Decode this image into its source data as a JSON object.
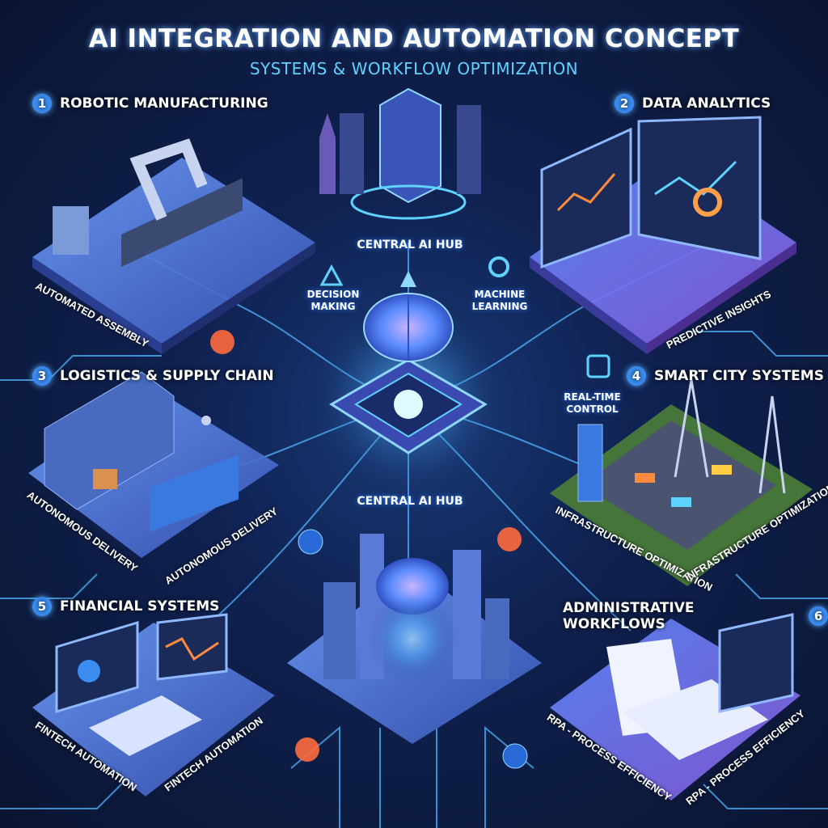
{
  "header": {
    "title": "AI INTEGRATION AND AUTOMATION CONCEPT",
    "subtitle": "SYSTEMS & WORKFLOW OPTIMIZATION"
  },
  "sections": [
    {
      "number": "1",
      "label": "ROBOTIC MANUFACTURING",
      "captions": [
        "AUTOMATED ASSEMBLY"
      ]
    },
    {
      "number": "2",
      "label": "DATA ANALYTICS",
      "captions": [
        "PREDICTIVE INSIGHTS"
      ]
    },
    {
      "number": "3",
      "label": "LOGISTICS & SUPPLY CHAIN",
      "captions": [
        "AUTONOMOUS DELIVERY",
        "AUTONOMOUS DELIVERY"
      ]
    },
    {
      "number": "4",
      "label": "SMART CITY SYSTEMS",
      "captions": [
        "INFRASTRUCTURE OPTIMIZATION",
        "INFRASTRUCTURE OPTIMIZATION"
      ]
    },
    {
      "number": "5",
      "label": "FINANCIAL SYSTEMS",
      "captions": [
        "FINTECH AUTOMATION",
        "FINTECH AUTOMATION"
      ]
    },
    {
      "number": "6",
      "label": "ADMINISTRATIVE WORKFLOWS",
      "captions": [
        "RPA - PROCESS EFFICIENCY",
        "RPA - PROCESS EFFICIENCY"
      ]
    }
  ],
  "hub": {
    "top_label": "CENTRAL AI HUB",
    "bottom_label": "CENTRAL AI HUB",
    "decision": "DECISION MAKING",
    "learning": "MACHINE LEARNING",
    "realtime": "REAL-TIME CONTROL"
  },
  "colors": {
    "background": "#0b1633",
    "accent": "#3a8cf0",
    "glow": "#5fd3ff",
    "circuit": "#4fb6ff",
    "orange": "#ff8a3d",
    "platform": "#5a7fd8",
    "purple": "#8a5be0",
    "green": "#5fbf4a"
  },
  "icons": [
    "robotic-arm-icon",
    "dashboard-icon",
    "warehouse-icon",
    "drone-icon",
    "truck-icon",
    "power-tower-icon",
    "wifi-icon",
    "brain-icon",
    "chip-icon",
    "gear-icon",
    "triangle-icon",
    "dollar-icon",
    "document-icon",
    "database-icon"
  ]
}
